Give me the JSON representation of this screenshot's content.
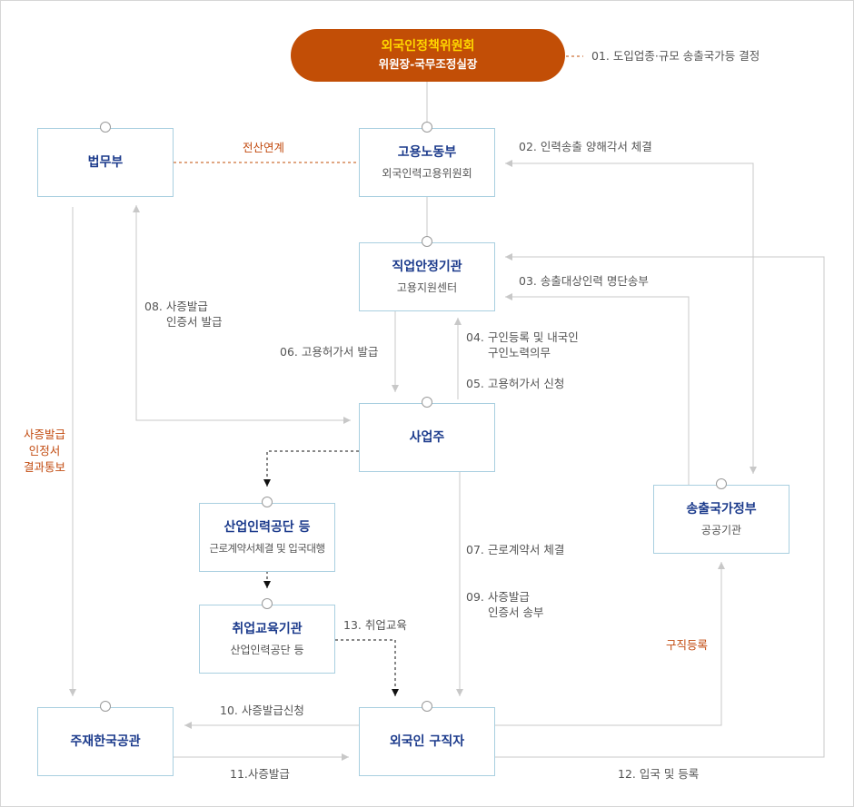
{
  "committee": {
    "title": "외국인정책위원회",
    "subtitle": "위원장-국무조정실장"
  },
  "nodes": {
    "moj": {
      "title": "법무부"
    },
    "mol": {
      "title": "고용노동부",
      "subtitle": "외국인력고용위원회"
    },
    "job_center": {
      "title": "직업안정기관",
      "subtitle": "고용지원센터"
    },
    "employer": {
      "title": "사업주"
    },
    "hrd": {
      "title": "산업인력공단 등",
      "subtitle": "근로계약서체결 및 입국대행"
    },
    "training": {
      "title": "취업교육기관",
      "subtitle": "산업인력공단 등"
    },
    "embassy": {
      "title": "주재한국공관"
    },
    "jobseeker": {
      "title": "외국인 구직자"
    },
    "sending_gov": {
      "title": "송출국가정부",
      "subtitle": "공공기관"
    }
  },
  "labels": {
    "s01": "01. 도입업종·규모 송출국가등 결정",
    "link": "전산연계",
    "s02": "02. 인력송출 양해각서 체결",
    "s03": "03. 송출대상인력 명단송부",
    "s04a": "04. 구인등록 및 내국인",
    "s04b": "구인노력의무",
    "s05": "05. 고용허가서 신청",
    "s06": "06. 고용허가서 발급",
    "s07": "07. 근로계약서 체결",
    "s08a": "08. 사증발급",
    "s08b": "인증서 발급",
    "s09a": "09. 사증발급",
    "s09b": "인증서 송부",
    "s10": "10. 사증발급신청",
    "s11": "11.사증발급",
    "s12": "12. 입국 및 등록",
    "s13": "13. 취업교육",
    "result1": "사증발급",
    "result2": "인정서",
    "result3": "결과통보",
    "register": "구직등록"
  },
  "colors": {
    "committee": "#c24e06",
    "accent_text": "#c24b10",
    "node_title": "#1c3b8c",
    "node_border": "#a9cfe0",
    "line": "#c8c8c8"
  }
}
